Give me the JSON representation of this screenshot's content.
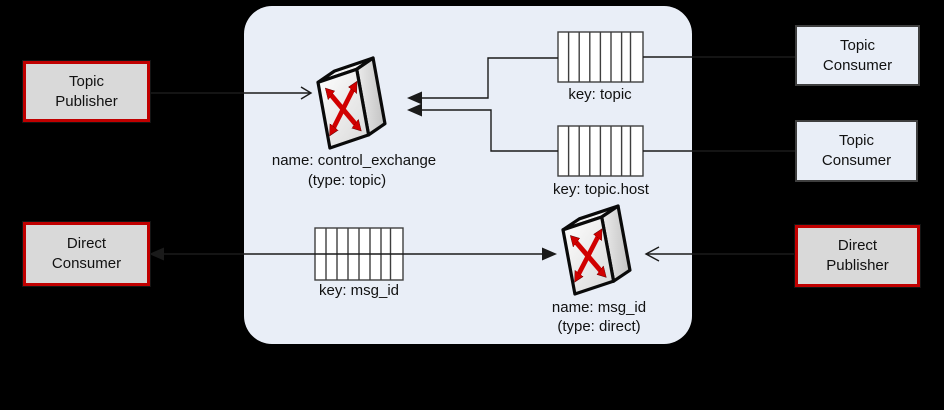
{
  "diagram": {
    "title_semantic": "amqp-message-broker-diagram",
    "colors": {
      "background": "#000000",
      "panel_fill": "#e9eef7",
      "publisher_consumer_fill": "#d9d9d9",
      "red_accent": "#c00000",
      "exchange_arrow_red": "#d10000",
      "wire": "#1a1a1a",
      "queue_fill": "#ffffff"
    }
  },
  "boxes": {
    "topic_publisher": {
      "line1": "Topic",
      "line2": "Publisher"
    },
    "direct_consumer": {
      "line1": "Direct",
      "line2": "Consumer"
    },
    "topic_consumer_1": {
      "line1": "Topic",
      "line2": "Consumer"
    },
    "topic_consumer_2": {
      "line1": "Topic",
      "line2": "Consumer"
    },
    "direct_publisher": {
      "line1": "Direct",
      "line2": "Publisher"
    }
  },
  "exchanges": {
    "control": {
      "icon": "exchange-icon",
      "name_label": "name: control_exchange",
      "type_label": "(type: topic)"
    },
    "direct": {
      "icon": "exchange-icon",
      "name_label": "name: msg_id",
      "type_label": "(type: direct)"
    }
  },
  "queues": {
    "topic": {
      "icon": "queue-icon",
      "label": "key: topic"
    },
    "topic_host": {
      "icon": "queue-icon",
      "label": "key: topic.host"
    },
    "msg_id": {
      "icon": "queue-icon",
      "label": "key: msg_id"
    }
  }
}
